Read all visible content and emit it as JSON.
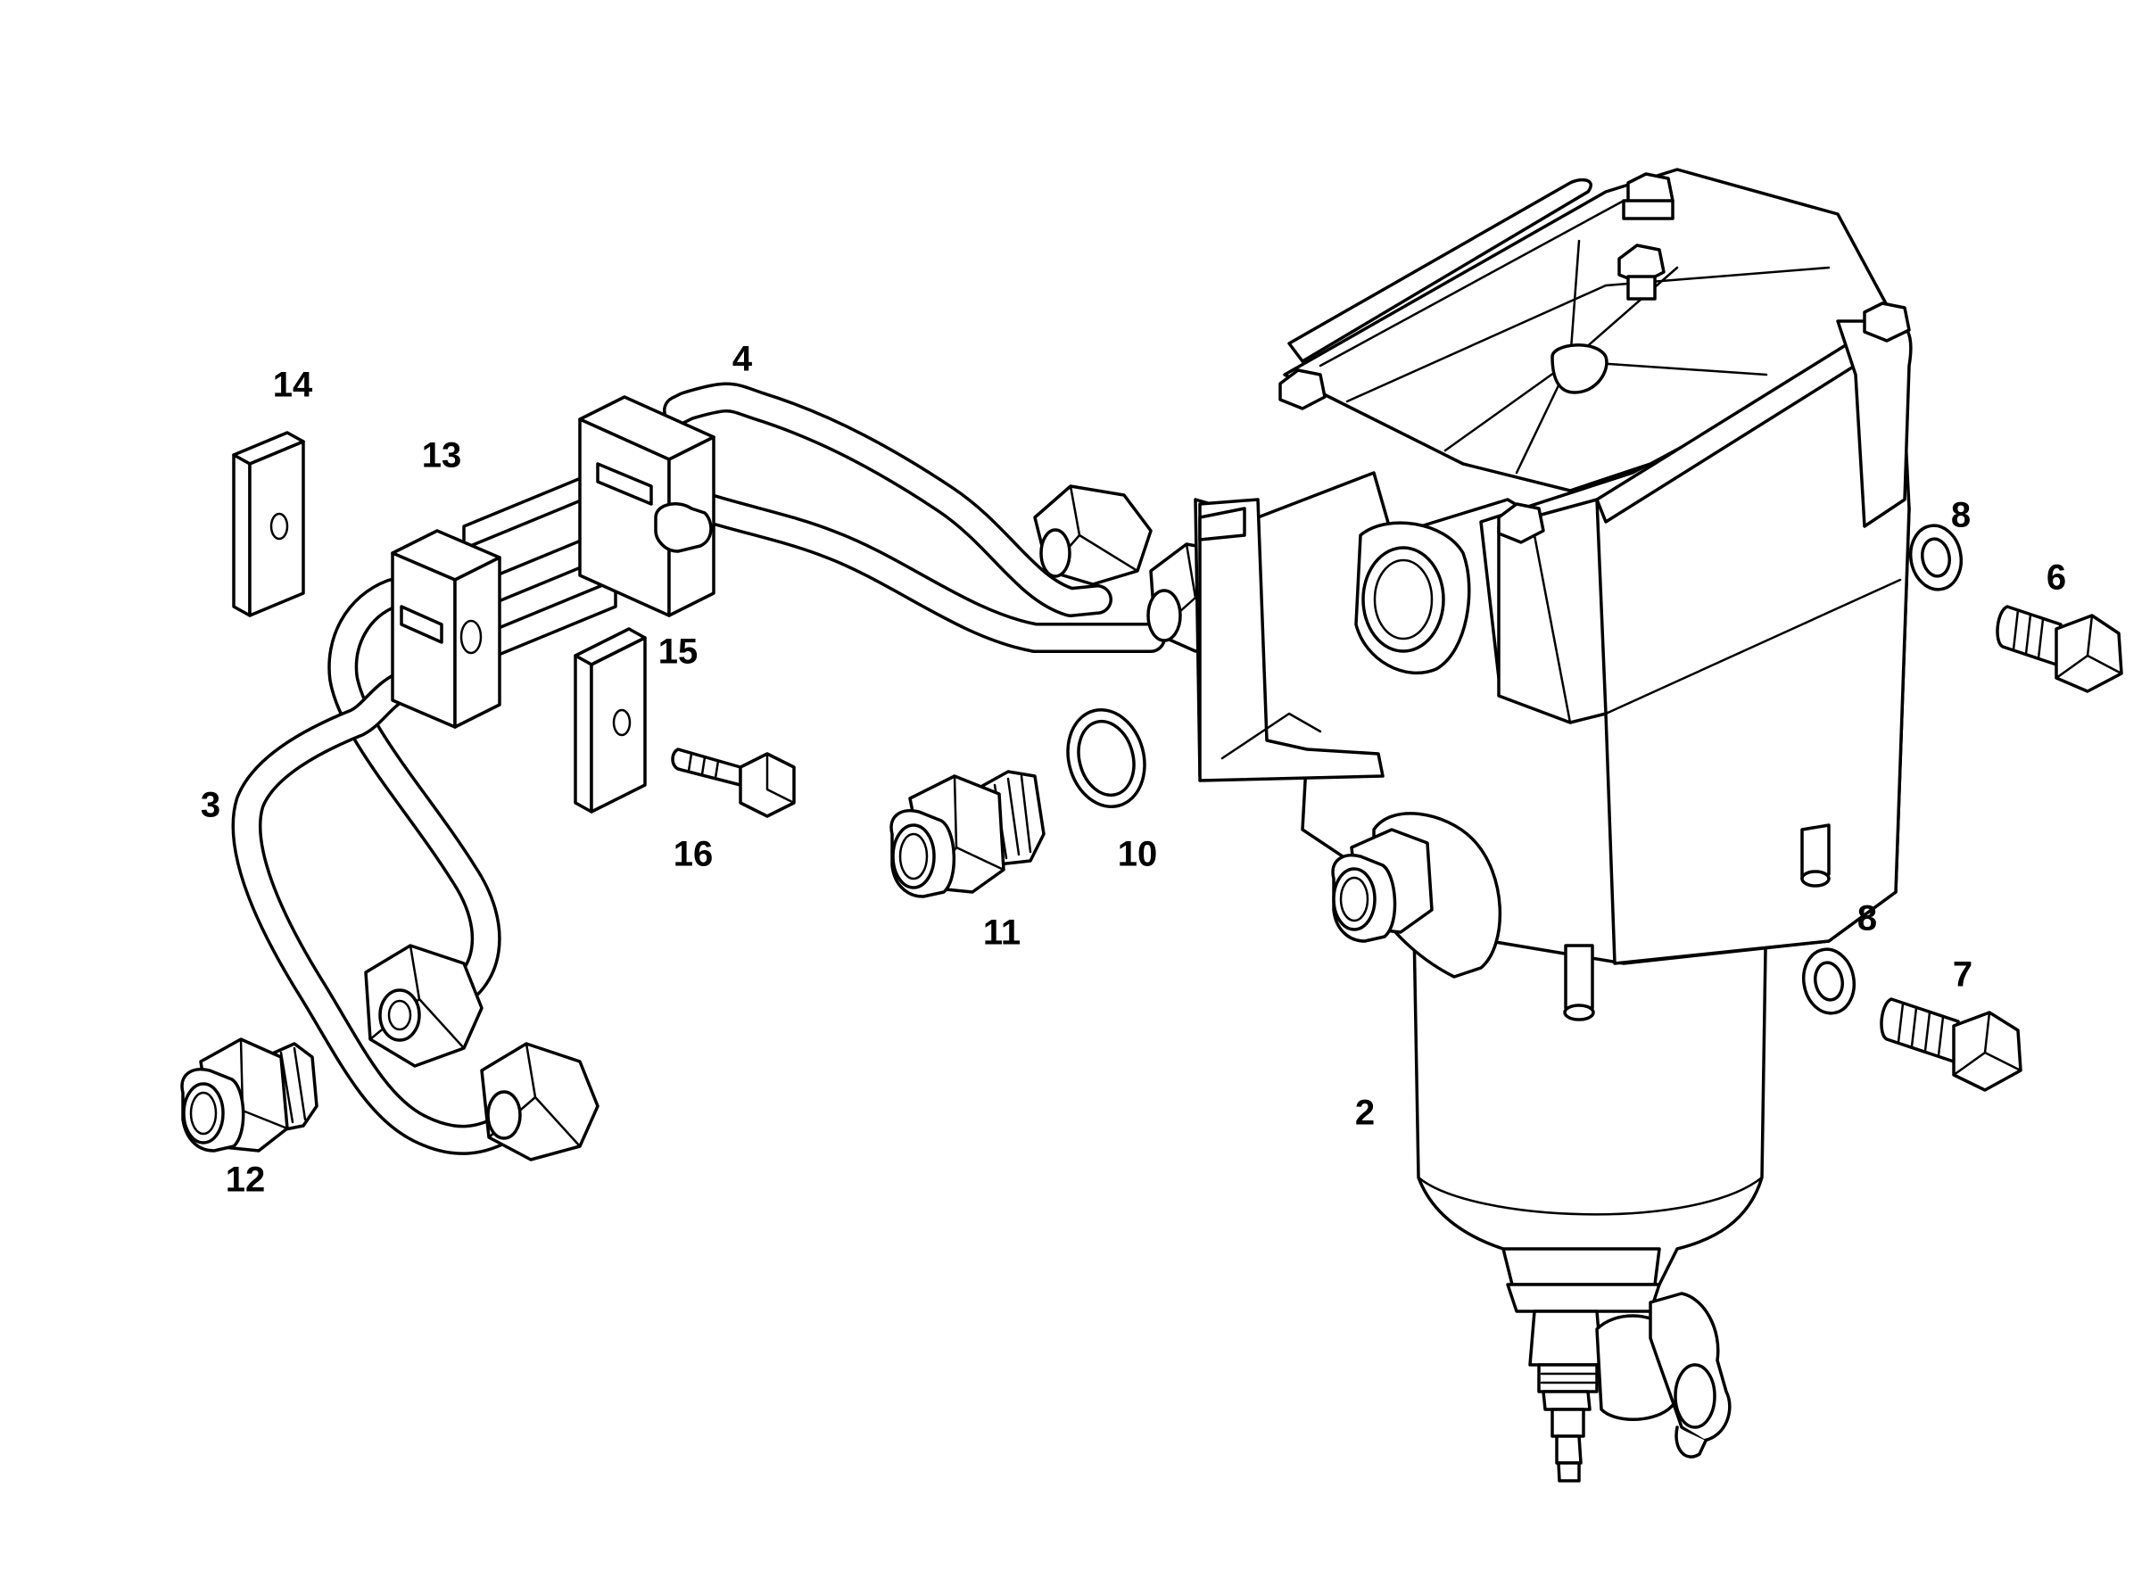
{
  "callouts": [
    {
      "id": "2",
      "label": "2"
    },
    {
      "id": "3",
      "label": "3"
    },
    {
      "id": "4",
      "label": "4"
    },
    {
      "id": "6",
      "label": "6"
    },
    {
      "id": "7",
      "label": "7"
    },
    {
      "id": "8a",
      "label": "8"
    },
    {
      "id": "8b",
      "label": "8"
    },
    {
      "id": "10",
      "label": "10"
    },
    {
      "id": "11",
      "label": "11"
    },
    {
      "id": "12",
      "label": "12"
    },
    {
      "id": "13",
      "label": "13"
    },
    {
      "id": "14",
      "label": "14"
    },
    {
      "id": "15",
      "label": "15"
    },
    {
      "id": "16",
      "label": "16"
    }
  ]
}
